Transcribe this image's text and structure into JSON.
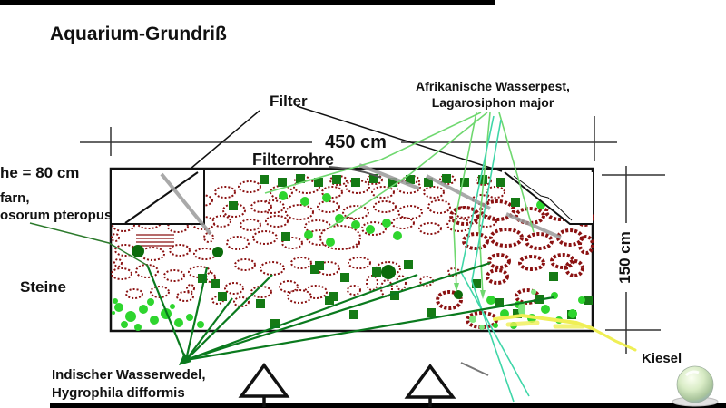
{
  "title": "Aquarium-Grundriß",
  "labels": {
    "filter": "Filter",
    "wasserpest_line1": "Afrikanische Wasserpest,",
    "wasserpest_line2": "Lagarosiphon major",
    "dim_width": "450 cm",
    "filterrohre": "Filterrohre",
    "hoehe_cut": "he = 80 cm",
    "javafarn_cut_line1": "farn,",
    "javafarn_cut_line2": "osorum pteropus",
    "steine": "Steine",
    "dim_depth": "150 cm",
    "kiesel": "Kiesel",
    "wasserwedel_line1": "Indischer Wasserwedel,",
    "wasserwedel_line2": "Hygrophila difformis"
  },
  "colors": {
    "ink": "#111111",
    "stone": "#8b1212",
    "plant-dark": "#157a15",
    "plant-deep": "#0b6b0b",
    "plant-bright": "#2ed52e",
    "plant-light": "#7de87d",
    "leader-light": "#6fd86f",
    "leader-dark": "#0a7a1e",
    "teal": "#3fd6a8",
    "gravel-yellow": "#efef55",
    "pipe-gray": "#9a9a9a"
  }
}
